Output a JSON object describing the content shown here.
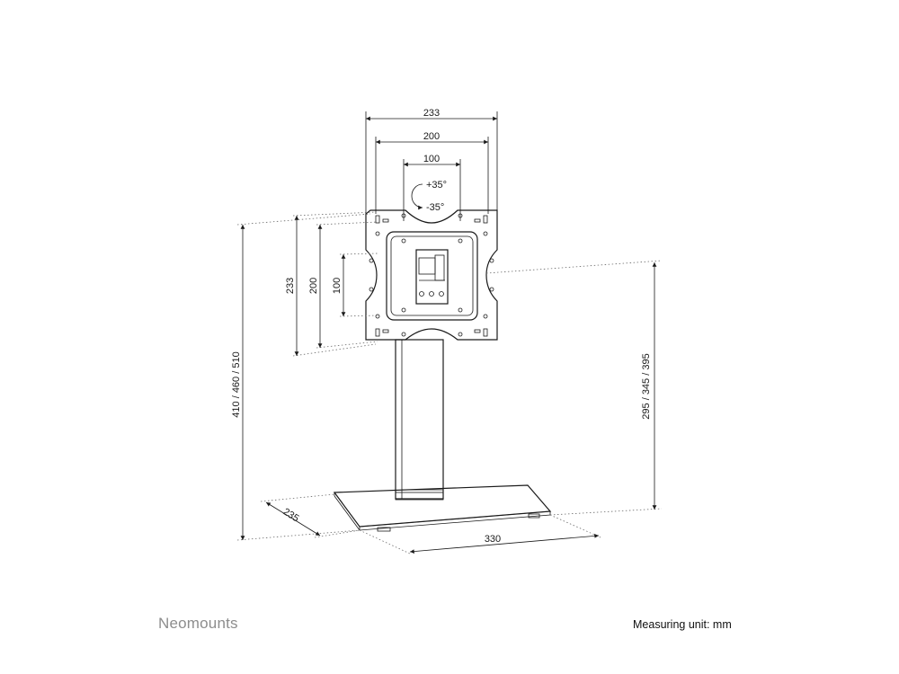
{
  "dimensions": {
    "top_width_outer": "233",
    "top_width_mid": "200",
    "top_width_inner": "100",
    "rot_plus": "+35°",
    "rot_minus": "-35°",
    "left_height_outer": "233",
    "left_height_mid": "200",
    "left_height_inner": "100",
    "total_height": "410 / 460 / 510",
    "plate_center_height": "295 / 345 / 395",
    "base_depth": "235",
    "base_width": "330"
  },
  "footer": {
    "brand": "Neomounts",
    "unit_label": "Measuring unit: mm"
  },
  "colors": {
    "line": "#1a1a1a",
    "brand": "#8d8d8d"
  }
}
